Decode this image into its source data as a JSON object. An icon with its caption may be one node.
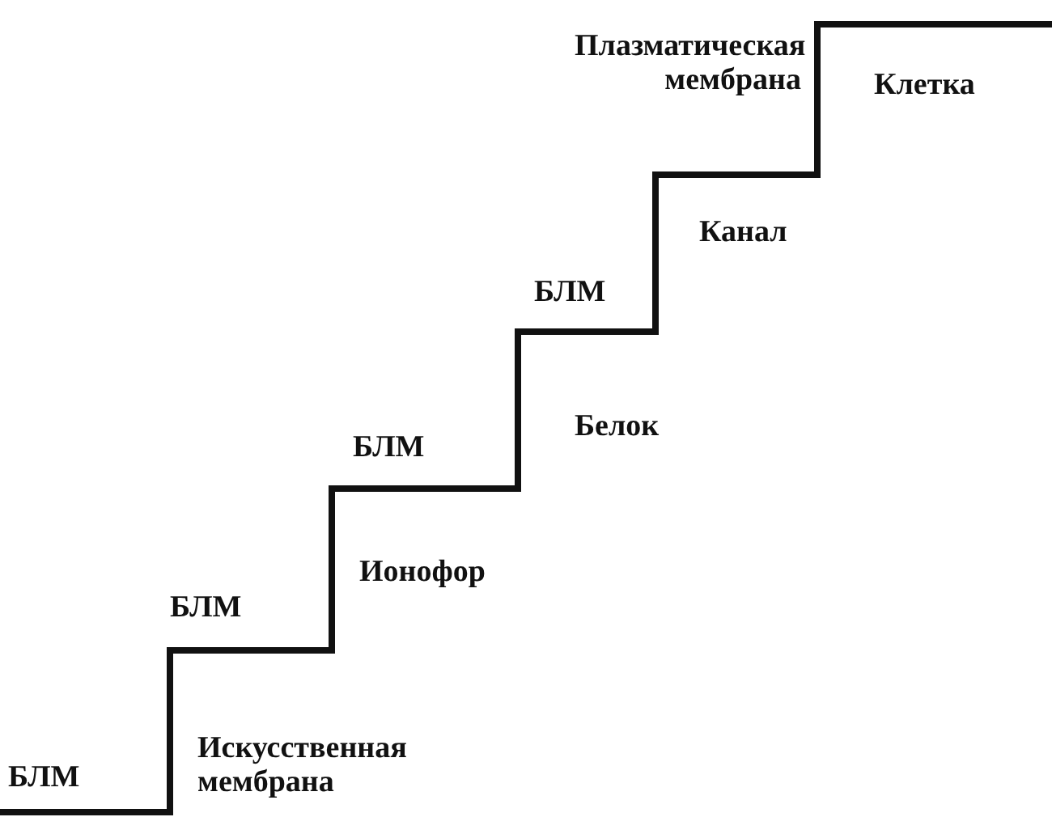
{
  "diagram": {
    "labels": [
      "Плазматическая мембрана",
      "Клетка",
      "Канал",
      "БЛМ",
      "Белок",
      "БЛМ",
      "Ионофор",
      "БЛМ",
      "Искусственная мембрана",
      "БЛМ"
    ]
  }
}
